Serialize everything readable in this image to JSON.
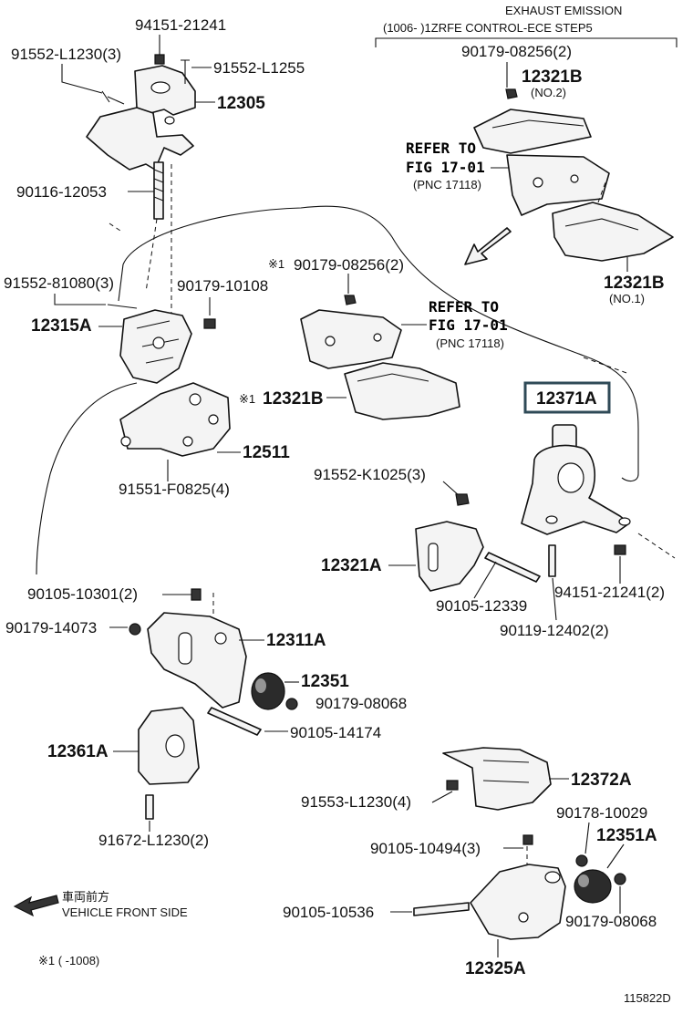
{
  "header": {
    "note_title": "EXHAUST EMISSION",
    "note_range": "(1006-      )1ZRFE   CONTROL-ECE  STEP5"
  },
  "labels": {
    "p_94151_21241_top": "94151-21241",
    "p_91552_l1230_3": "91552-L1230(3)",
    "p_91552_l1255": "91552-L1255",
    "p_12305": "12305",
    "p_90116_12053": "90116-12053",
    "p_90179_08256_2_top": "90179-08256(2)",
    "p_12321b_no2": "12321B",
    "no2": "(NO.2)",
    "refer_to_1": "REFER TO",
    "fig_1": "FIG 17-01",
    "pnc_1": "(PNC 17118)",
    "p_12321b_no1": "12321B",
    "no1": "(NO.1)",
    "mark_1": "※1",
    "p_90179_08256_2_mid": "90179-08256(2)",
    "refer_to_2": "REFER TO",
    "fig_2": "FIG 17-01",
    "pnc_2": "(PNC 17118)",
    "p_91552_81080_3": "91552-81080(3)",
    "p_90179_10108": "90179-10108",
    "p_12315a": "12315A",
    "mark_2": "※1",
    "p_12321b_mid": "12321B",
    "p_12371a": "12371A",
    "p_12511": "12511",
    "p_91551_f0825_4": "91551-F0825(4)",
    "p_91552_k1025_3": "91552-K1025(3)",
    "p_12321a": "12321A",
    "p_90105_12339": "90105-12339",
    "p_94151_21241_2": "94151-21241(2)",
    "p_90119_12402_2": "90119-12402(2)",
    "p_90105_10301_2": "90105-10301(2)",
    "p_90179_14073": "90179-14073",
    "p_12311a": "12311A",
    "p_12351": "12351",
    "p_90179_08068_a": "90179-08068",
    "p_90105_14174": "90105-14174",
    "p_12361a": "12361A",
    "p_12372a": "12372A",
    "p_91553_l1230_4": "91553-L1230(4)",
    "p_91672_l1230_2": "91672-L1230(2)",
    "p_90178_10029": "90178-10029",
    "p_12351a": "12351A",
    "p_90105_10494_3": "90105-10494(3)",
    "p_90105_10536": "90105-10536",
    "p_90179_08068_b": "90179-08068",
    "p_12325a": "12325A"
  },
  "footer": {
    "front_jp": "車両前方",
    "front_en": "VEHICLE FRONT SIDE",
    "footnote": "※1 (        -1008)",
    "fig_code": "115822D"
  },
  "highlight": {
    "part": "12371A",
    "border_color": "#2f4a57"
  },
  "icons": [
    "front-direction-arrow-icon",
    "flow-direction-arrow-icon"
  ]
}
